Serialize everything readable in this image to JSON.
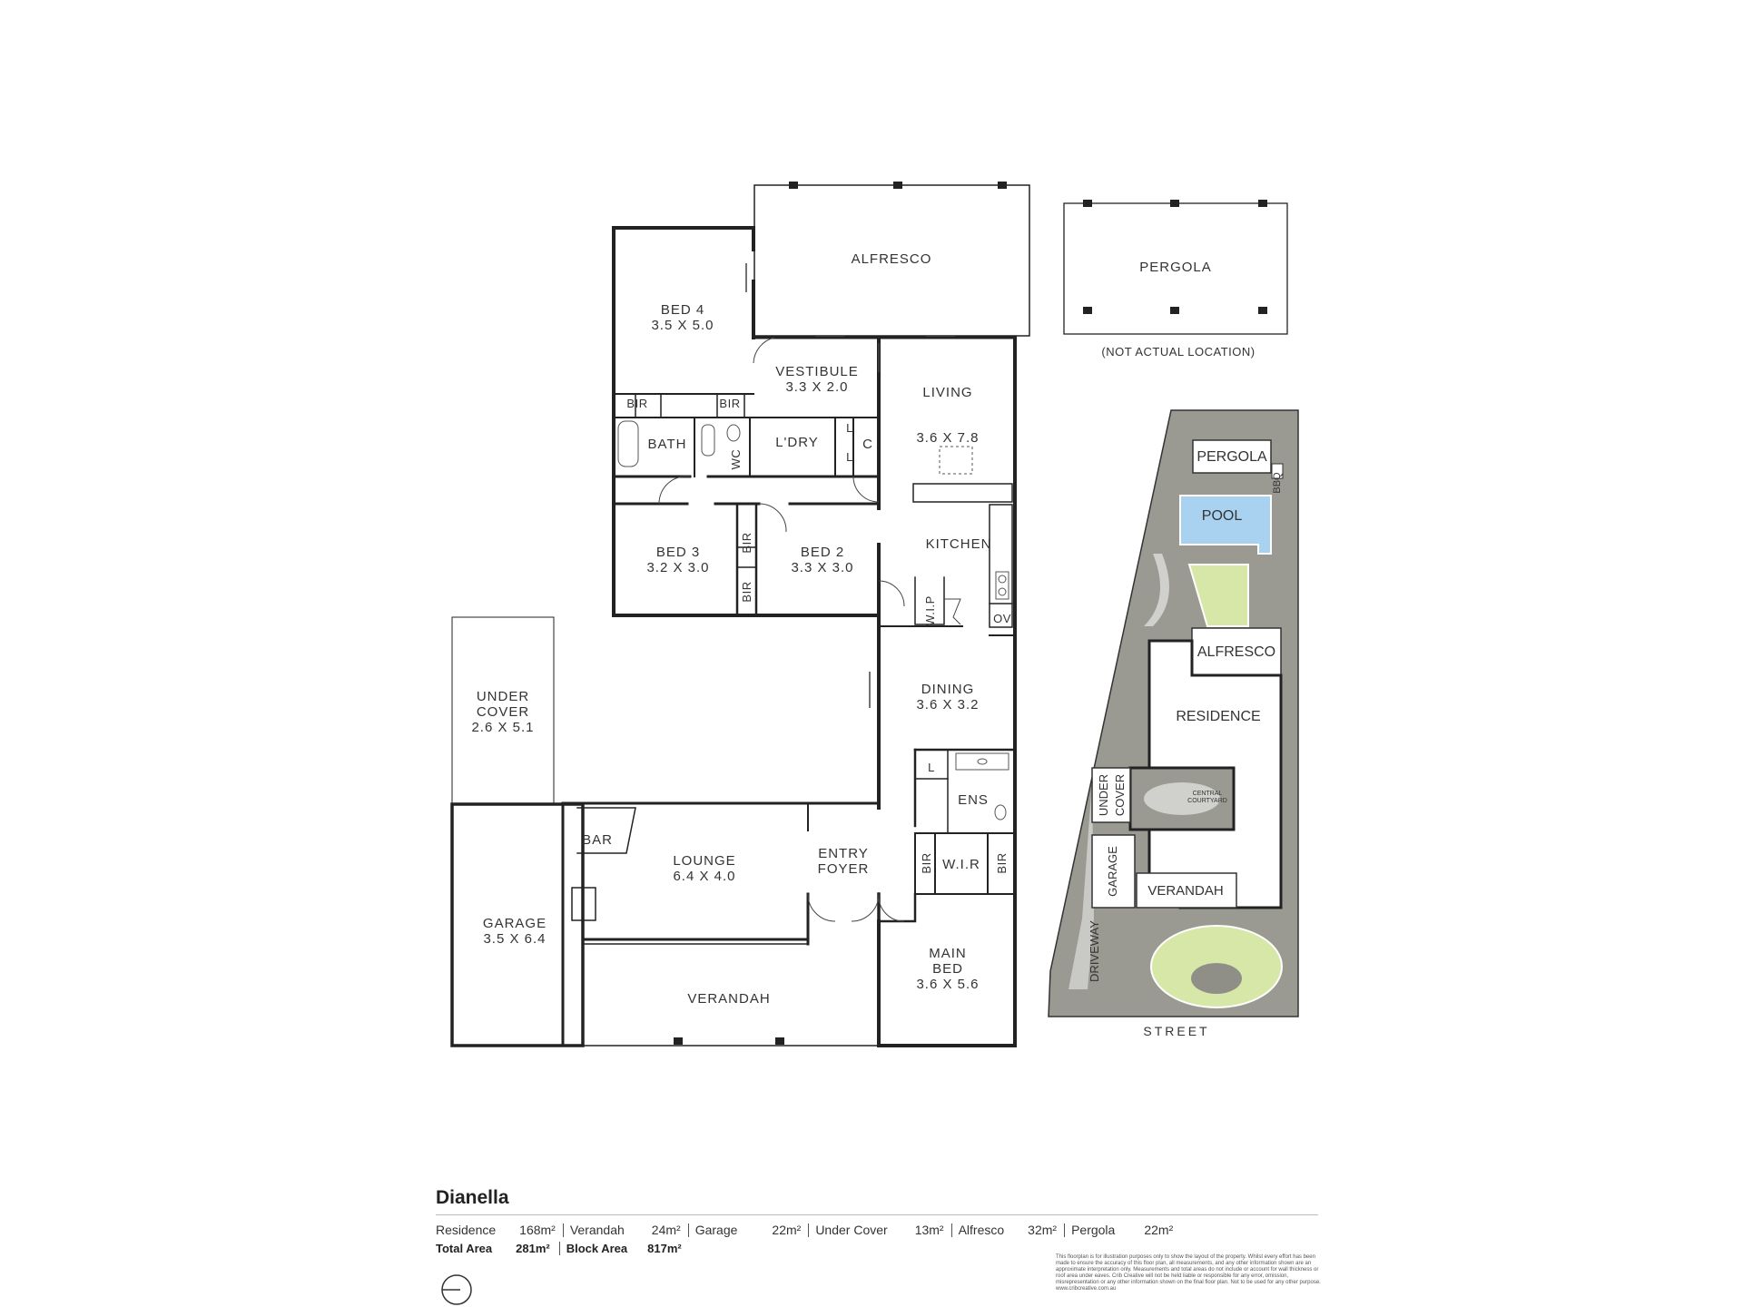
{
  "rooms": {
    "alfresco": "ALFRESCO",
    "pergola": "PERGOLA",
    "pergola_note": "(NOT ACTUAL LOCATION)",
    "bed4": "BED 4",
    "bed4_dim": "3.5 X 5.0",
    "vestibule": "VESTIBULE",
    "vestibule_dim": "3.3 X 2.0",
    "living": "LIVING",
    "living_dim": "3.6 X 7.8",
    "bir": "BIR",
    "bath": "BATH",
    "wc": "WC",
    "laundry": "L'DRY",
    "l": "L",
    "c": "C",
    "kitchen": "KITCHEN",
    "bed3": "BED 3",
    "bed3_dim": "3.2 X 3.0",
    "bed2": "BED 2",
    "bed2_dim": "3.3 X 3.0",
    "wip": "W.I.P",
    "ov": "OV",
    "under_cover_1": "UNDER",
    "under_cover_2": "COVER",
    "under_cover_dim": "2.6 X 5.1",
    "dining": "DINING",
    "dining_dim": "3.6 X 3.2",
    "ens": "ENS",
    "bar": "BAR",
    "lounge": "LOUNGE",
    "lounge_dim": "6.4 X 4.0",
    "entry_1": "ENTRY",
    "entry_2": "FOYER",
    "wir": "W.I.R",
    "garage": "GARAGE",
    "garage_dim": "3.5 X 6.4",
    "main_bed_1": "MAIN",
    "main_bed_2": "BED",
    "main_bed_dim": "3.6 X 5.6",
    "verandah": "VERANDAH"
  },
  "site": {
    "pergola": "PERGOLA",
    "bbq": "BBQ",
    "pool": "POOL",
    "alfresco": "ALFRESCO",
    "residence": "RESIDENCE",
    "central_1": "CENTRAL",
    "central_2": "COURTYARD",
    "under": "UNDER",
    "cover": "COVER",
    "garage": "GARAGE",
    "verandah": "VERANDAH",
    "driveway": "DRIVEWAY",
    "street": "STREET"
  },
  "footer": {
    "title": "Dianella",
    "areas": [
      {
        "name": "Residence",
        "value": "168m²"
      },
      {
        "name": "Verandah",
        "value": "24m²"
      },
      {
        "name": "Garage",
        "value": "22m²"
      },
      {
        "name": "Under Cover",
        "value": "13m²"
      },
      {
        "name": "Alfresco",
        "value": "32m²"
      },
      {
        "name": "Pergola",
        "value": "22m²"
      }
    ],
    "total_label": "Total Area",
    "total_value": "281m²",
    "block_label": "Block Area",
    "block_value": "817m²",
    "disclaimer": "This floorplan is for illustration purposes only to show the layout of the property. Whilst every effort has been made to ensure the accuracy of this floor plan, all measurements, and any other information shown are an approximate interpretation only. Measurements and total areas do not include or account for wall thickness or roof area under eaves. Crib Creative will not be held liable or responsible for any error, omission, misrepresentation or any other information shown on the final floor plan. Not to be used for any other purpose. www.cribcreative.com.au"
  },
  "colors": {
    "wall": "#222222",
    "pool": "#a9d2f0",
    "garden": "#9a9a92",
    "lawn": "#d7e7a8"
  }
}
